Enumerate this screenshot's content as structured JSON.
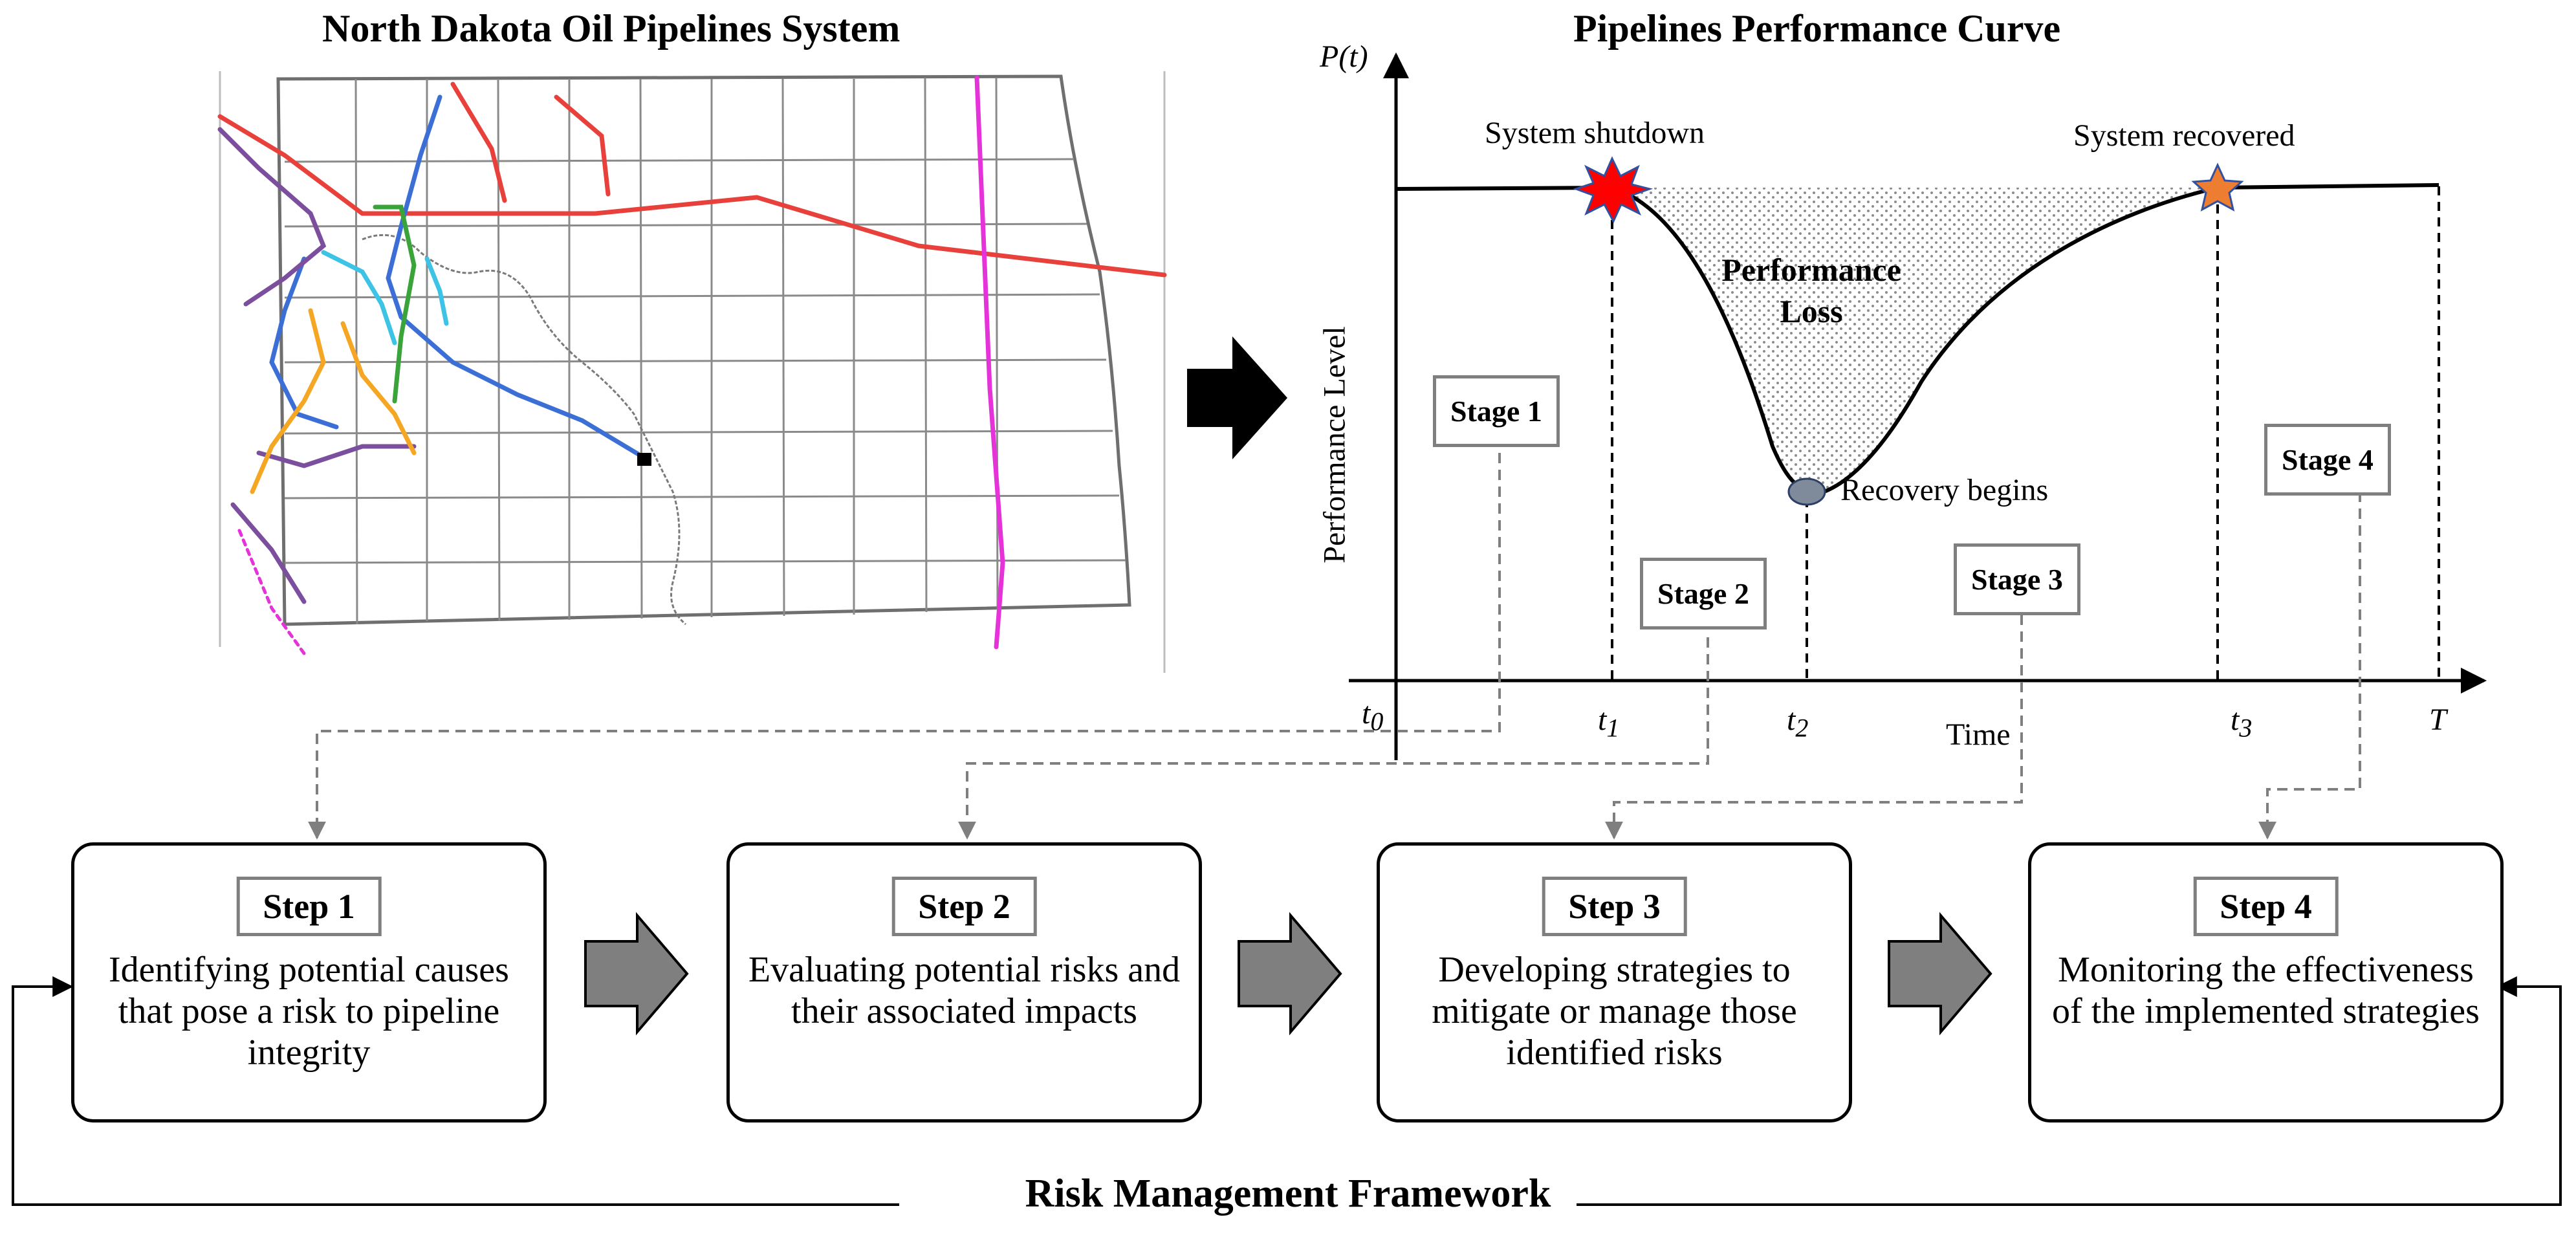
{
  "map_title": "North Dakota Oil Pipelines System",
  "curve_title": "Pipelines Performance Curve",
  "curve": {
    "y_axis_symbol": "P(t)",
    "y_axis_label": "Performance Level",
    "x_axis_label": "Time",
    "ticks": [
      {
        "name": "t",
        "sub": "0"
      },
      {
        "name": "t",
        "sub": "1"
      },
      {
        "name": "t",
        "sub": "2"
      },
      {
        "name": "t",
        "sub": "3"
      },
      {
        "name": "T",
        "sub": ""
      }
    ],
    "annotations": {
      "shutdown": "System shutdown",
      "recovered": "System recovered",
      "recovery_begins": "Recovery begins",
      "loss_line1": "Performance",
      "loss_line2": "Loss"
    },
    "stages": [
      "Stage 1",
      "Stage 2",
      "Stage 3",
      "Stage 4"
    ]
  },
  "steps": [
    {
      "label": "Step 1",
      "description": "Identifying potential causes that pose a risk to pipeline integrity"
    },
    {
      "label": "Step 2",
      "description": "Evaluating potential risks and their associated impacts"
    },
    {
      "label": "Step 3",
      "description": "Developing strategies to mitigate or manage those identified risks"
    },
    {
      "label": "Step 4",
      "description": "Monitoring the effectiveness of the implemented strategies"
    }
  ],
  "framework_title": "Risk Management Framework",
  "colors": {
    "shutdown_star": "#ff0000",
    "recovered_star": "#ed7d31",
    "recovery_dot": "#7f8b9a",
    "stage_border": "#7f7f7f",
    "arrow_fill": "#7f7f7f",
    "pipeline_red": "#e8413c",
    "pipeline_blue": "#3b6fd6",
    "pipeline_magenta": "#e633d9",
    "pipeline_purple": "#7b4f9e",
    "pipeline_orange": "#f5a623",
    "pipeline_green": "#3aa33a",
    "pipeline_cyan": "#3cc3e6"
  }
}
